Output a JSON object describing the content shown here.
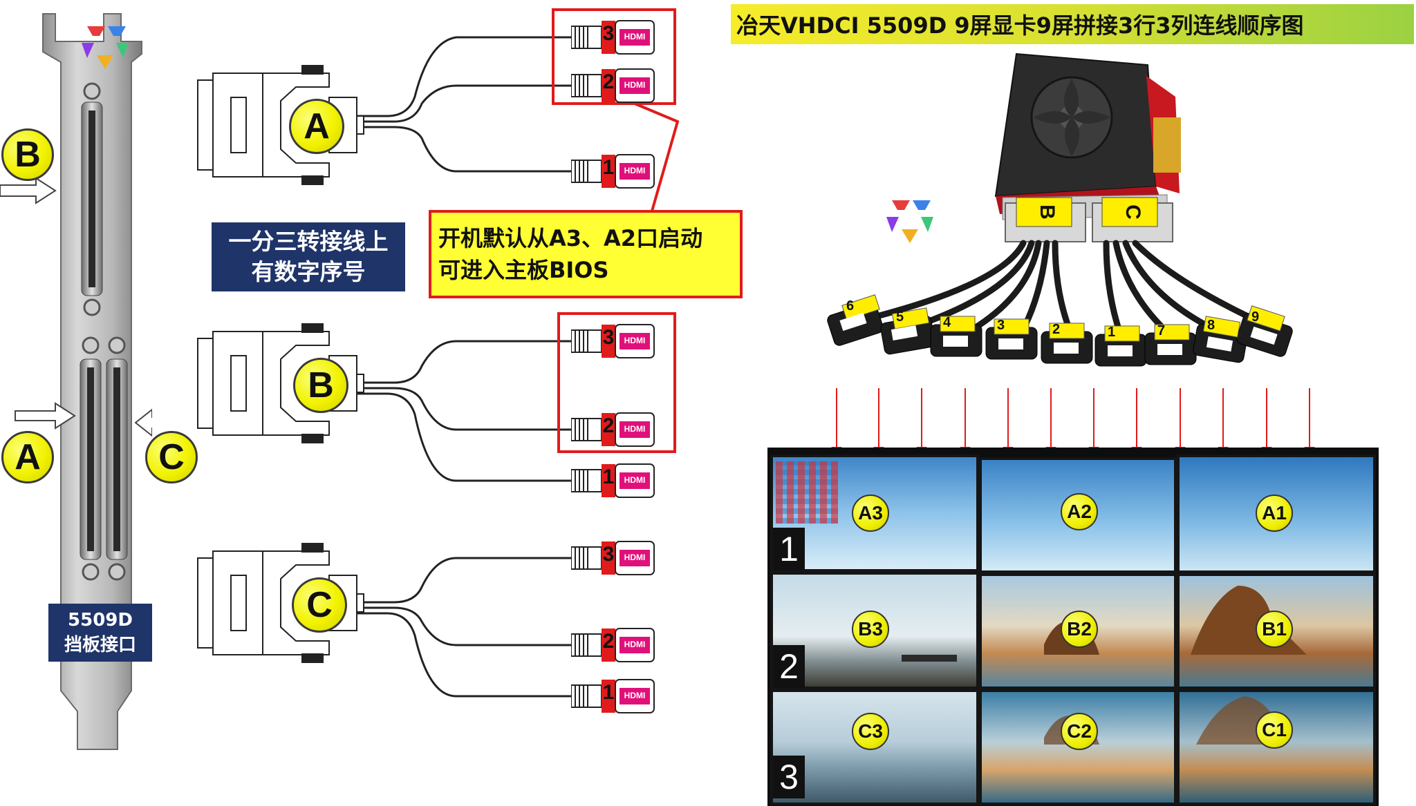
{
  "title": "冶天VHDCI 5509D 9屏显卡9屏拼接3行3列连线顺序图",
  "bracket": {
    "label_line1": "5509D",
    "label_line2": "挡板接口",
    "port_labels": [
      "B",
      "A",
      "C"
    ]
  },
  "cables": [
    {
      "label": "A",
      "plugs": [
        "3",
        "2",
        "1"
      ]
    },
    {
      "label": "B",
      "plugs": [
        "3",
        "2",
        "1"
      ]
    },
    {
      "label": "C",
      "plugs": [
        "3",
        "2",
        "1"
      ]
    }
  ],
  "hdmi_text": "HDMI",
  "note_cable": {
    "line1": "一分三转接线上",
    "line2": "有数字序号"
  },
  "note_boot": {
    "line1": "开机默认从A3、A2口启动",
    "line2": "可进入主板BIOS"
  },
  "card": {
    "port_labels": [
      "B",
      "C"
    ],
    "plug_numbers": [
      "6",
      "5",
      "4",
      "3",
      "2",
      "1",
      "7",
      "8",
      "9"
    ]
  },
  "wall": {
    "row_numbers": [
      "1",
      "2",
      "3"
    ],
    "screens": [
      [
        "A3",
        "A2",
        "A1"
      ],
      [
        "B3",
        "B2",
        "B1"
      ],
      [
        "C3",
        "C2",
        "C1"
      ]
    ]
  },
  "colors": {
    "navy": "#1f3468",
    "highlight_red": "#e01b1b",
    "note_yellow": "#ffff33",
    "label_yellow": "#f2f200"
  }
}
